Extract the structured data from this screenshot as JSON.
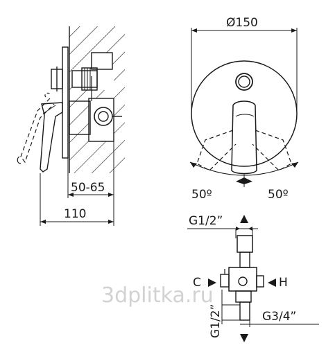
{
  "side_view": {
    "dim_wall_depth": "50-65",
    "dim_total_depth": "110"
  },
  "front_view": {
    "dim_diameter": "Ø150",
    "angle_left": "50º",
    "angle_right": "50º"
  },
  "connection_view": {
    "top_thread": "G1/2”",
    "bottom_left_thread": "G1/2”",
    "bottom_right_thread": "G3/4”",
    "cold_label": "C",
    "hot_label": "H"
  },
  "watermark": "3dplitka.ru"
}
